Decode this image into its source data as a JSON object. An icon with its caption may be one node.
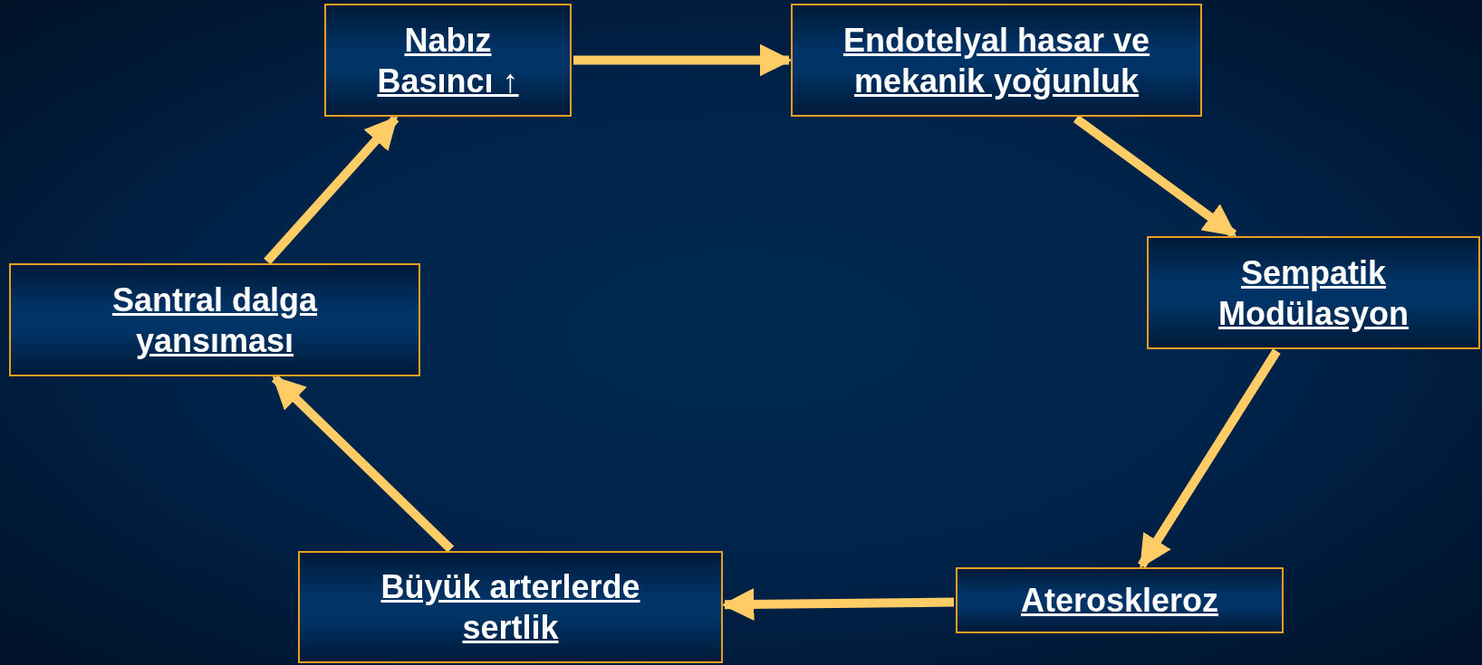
{
  "diagram": {
    "nodes": [
      {
        "text": [
          "Nabız Basıncı ↑"
        ]
      },
      {
        "text": [
          "Endotelyal hasar ve mekanik yoğunluk"
        ]
      },
      {
        "text": [
          "Sempatik Modülasyon"
        ]
      },
      {
        "text": [
          "Ateroskleroz"
        ]
      },
      {
        "text": [
          "Büyük arterlerde sertlik"
        ]
      },
      {
        "text": [
          "Santral dalga yansıması"
        ]
      }
    ],
    "edges": [
      {
        "from": 0,
        "to": 1,
        "arrow": "to"
      },
      {
        "from": 1,
        "to": 2,
        "arrow": "to"
      },
      {
        "from": 2,
        "to": 3,
        "arrow": "to"
      },
      {
        "from": 3,
        "to": 4,
        "arrow": "to"
      },
      {
        "from": 4,
        "to": 5,
        "arrow": "to"
      },
      {
        "from": 5,
        "to": 0,
        "arrow": "to"
      }
    ]
  }
}
